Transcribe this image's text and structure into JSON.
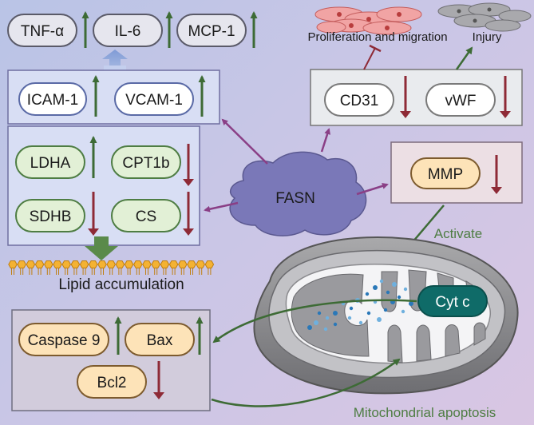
{
  "title": "",
  "center": {
    "label": "FASN"
  },
  "cytokines": [
    {
      "label": "TNF-α"
    },
    {
      "label": "IL-6"
    },
    {
      "label": "MCP-1"
    }
  ],
  "adhesion": [
    {
      "label": "ICAM-1"
    },
    {
      "label": "VCAM-1"
    }
  ],
  "metabolism": [
    {
      "label": "LDHA"
    },
    {
      "label": "CPT1b"
    },
    {
      "label": "SDHB"
    },
    {
      "label": "CS"
    }
  ],
  "lipid_label": "Lipid accumulation",
  "endothelial": [
    {
      "label": "CD31"
    },
    {
      "label": "vWF"
    }
  ],
  "cells": {
    "proliferation": "Proliferation and migration",
    "injury": "Injury"
  },
  "mmp": {
    "label": "MMP"
  },
  "activate_label": "Activate",
  "cyt_c": {
    "label": "Cyt c"
  },
  "apoptosis_proteins": [
    {
      "label": "Caspase 9"
    },
    {
      "label": "Bax"
    },
    {
      "label": "Bcl2"
    }
  ],
  "mito_apoptosis_label": "Mitochondrial apoptosis",
  "colors": {
    "up_arrow": "#3d6b35",
    "down_arrow": "#8e2a36",
    "fasn_arrow": "#8a3f86",
    "green_pill_fill": "#e2f0d6",
    "green_pill_stroke": "#4e7d43",
    "orange_pill_fill": "#fde3b8",
    "orange_pill_stroke": "#7d5b2e",
    "fasn_fill": "#7a78b8",
    "cyt_c_fill": "#0f6b68"
  }
}
